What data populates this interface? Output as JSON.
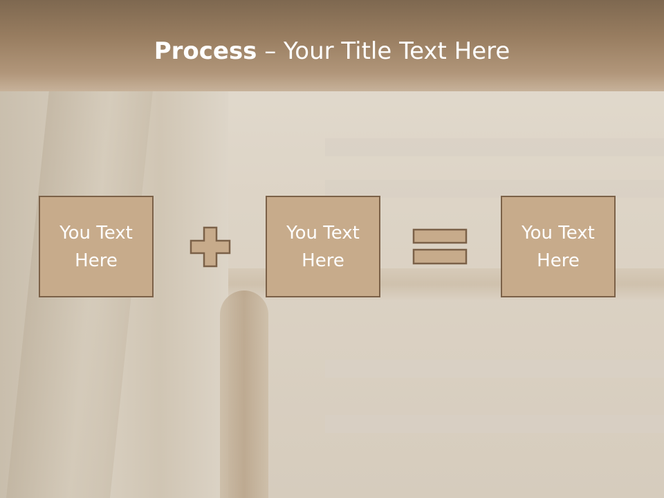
{
  "slide": {
    "title_bold": "Process",
    "title_rest": " – Your Title Text Here",
    "boxes": [
      {
        "text": "You Text Here"
      },
      {
        "text": "You Text Here"
      },
      {
        "text": "You Text Here"
      }
    ],
    "icons": [
      "plus-icon",
      "equals-icon"
    ],
    "colors": {
      "header": "#987d60",
      "box_fill": "#c7ab8b",
      "box_border": "#7b6148",
      "text": "#ffffff"
    }
  }
}
